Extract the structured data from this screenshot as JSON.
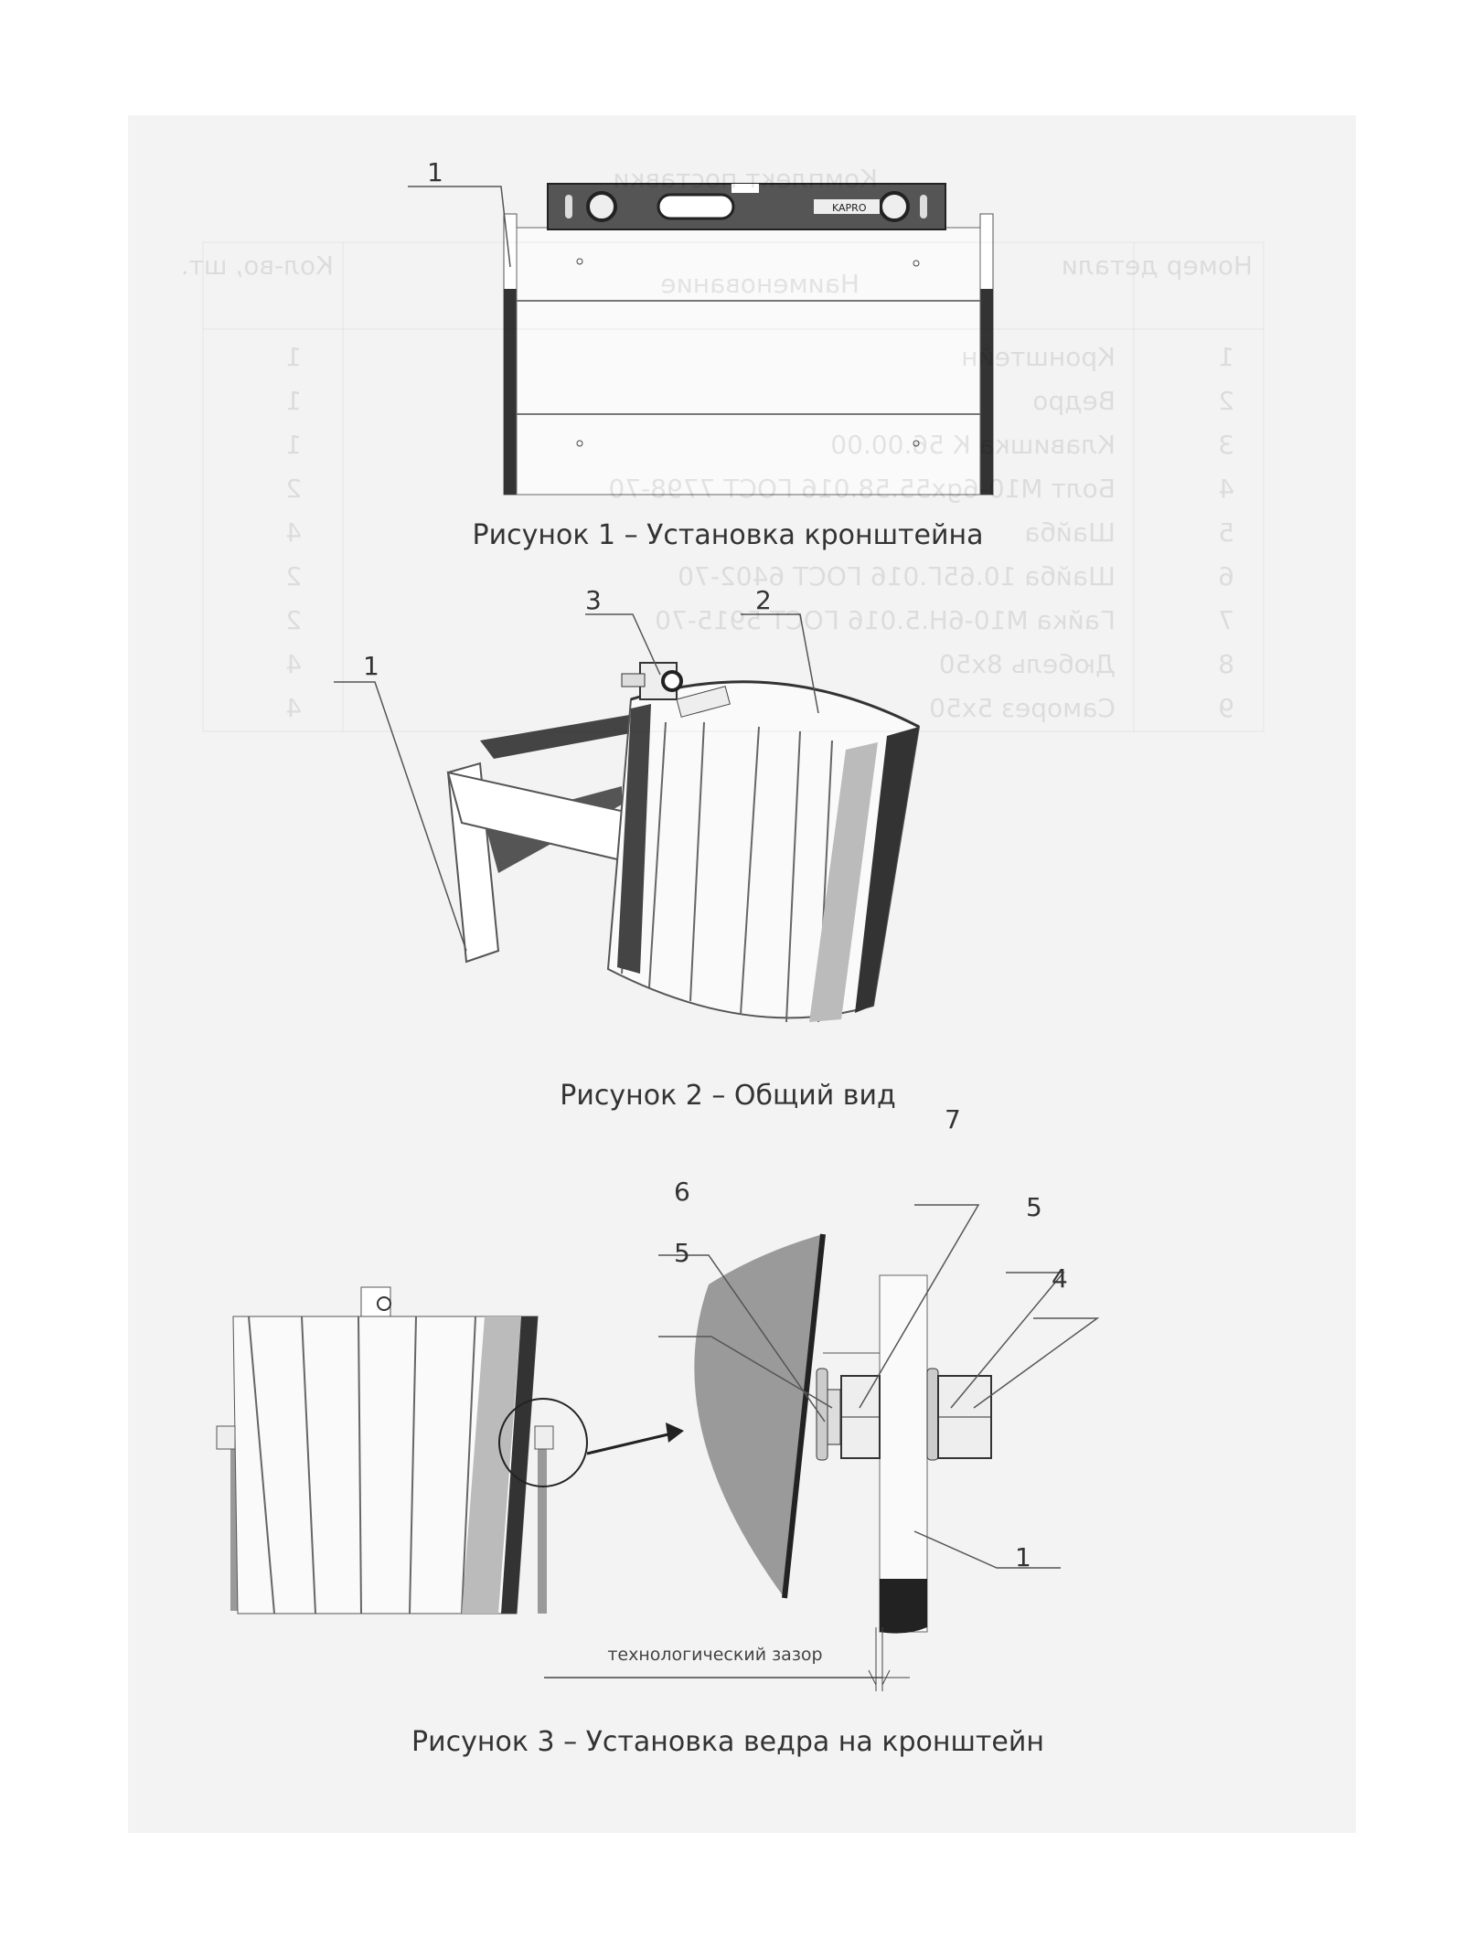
{
  "figure1": {
    "caption": "Рисунок 1 – Установка кронштейна",
    "callouts": [
      "1"
    ],
    "level_brand": "KAPRO"
  },
  "figure2": {
    "caption": "Рисунок 2 – Общий вид",
    "callouts": [
      "1",
      "2",
      "3"
    ]
  },
  "figure3": {
    "caption": "Рисунок 3 – Установка ведра на кронштейн",
    "callouts": [
      "7",
      "6",
      "5",
      "5",
      "4",
      "1"
    ],
    "dimension_label": "технологический зазор"
  },
  "bleed_through_table": {
    "title": "Комплект поставки",
    "headers": [
      "Номер детали",
      "Наименование",
      "Кол-во, шт."
    ],
    "rows": [
      [
        "1",
        "Кронштейн",
        "1"
      ],
      [
        "2",
        "Ведро",
        "1"
      ],
      [
        "3",
        "Клавишка К 56.00.00",
        "1"
      ],
      [
        "4",
        "Болт М10-6gх55.58.016 ГОСТ 7798-70",
        "2"
      ],
      [
        "5",
        "Шайба",
        "4"
      ],
      [
        "6",
        "Шайба 10.65Г.016 ГОСТ 6402-70",
        "2"
      ],
      [
        "7",
        "Гайка М10-6Н.5.016 ГОСТ 5915-70",
        "2"
      ],
      [
        "8",
        "Дюбель 8х50",
        "4"
      ],
      [
        "9",
        "Саморез 5х50",
        "4"
      ]
    ]
  }
}
